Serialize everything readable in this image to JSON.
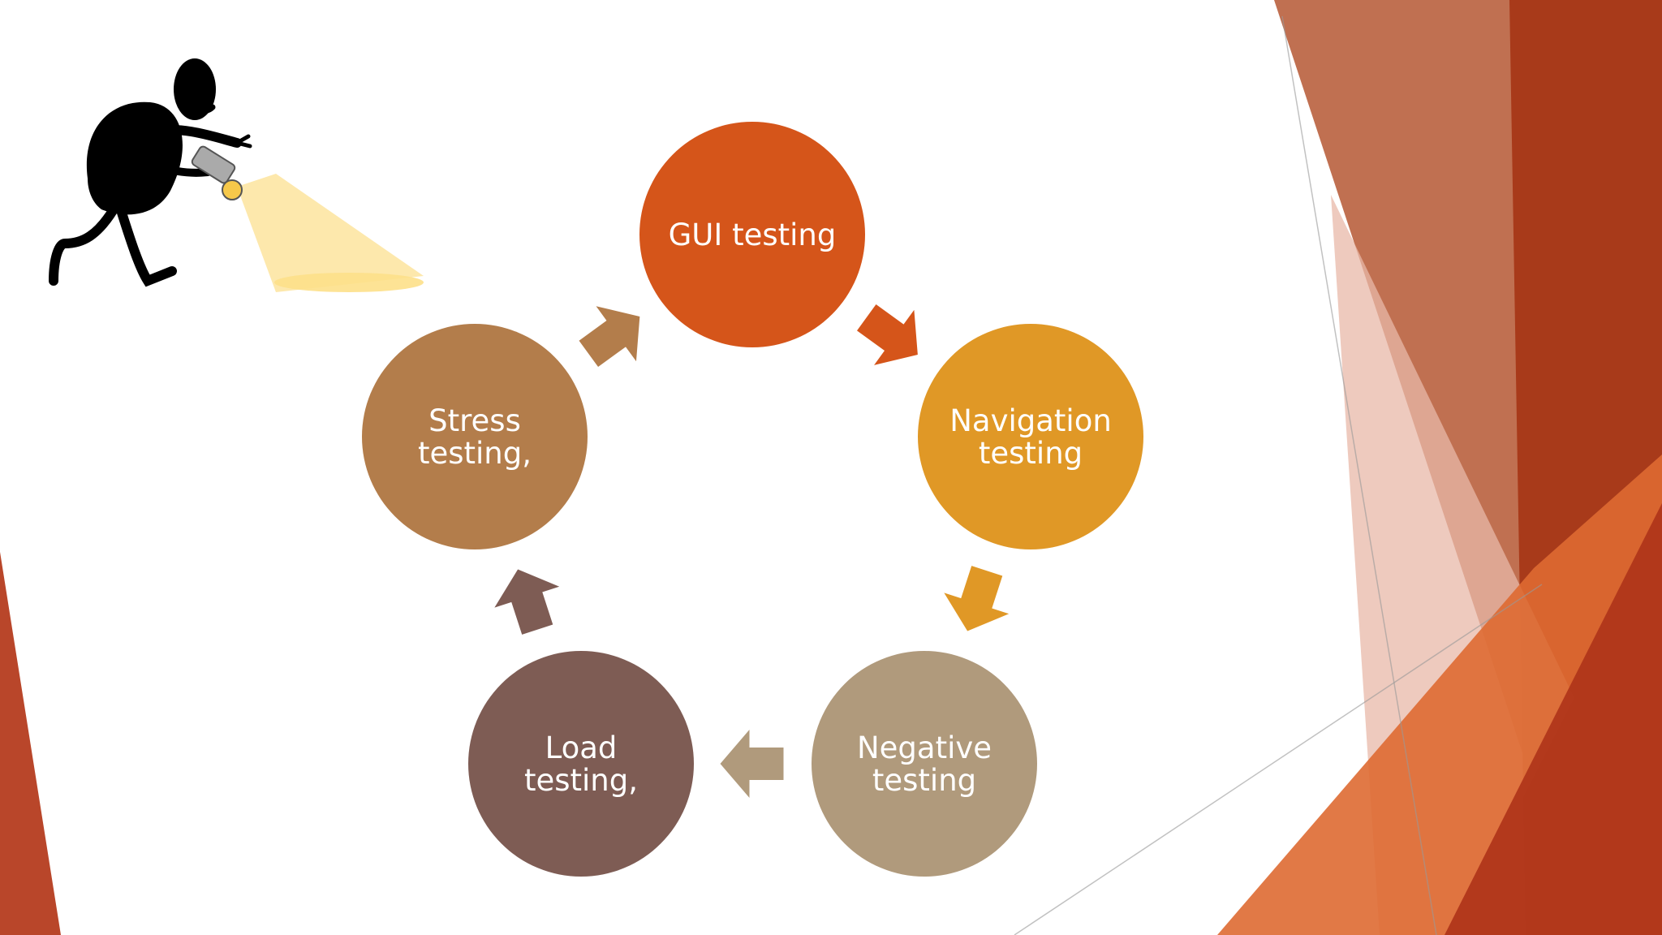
{
  "cycle": {
    "nodes": [
      {
        "lines": [
          "GUI testing"
        ],
        "color": "#d5551a"
      },
      {
        "lines": [
          "Navigation",
          "testing"
        ],
        "color": "#e09826"
      },
      {
        "lines": [
          "Negative",
          "testing"
        ],
        "color": "#b09a7c"
      },
      {
        "lines": [
          "Load",
          "testing,"
        ],
        "color": "#7e5c54"
      },
      {
        "lines": [
          "Stress",
          "testing,"
        ],
        "color": "#b37d4b"
      }
    ],
    "arrows": [
      {
        "from": "GUI testing",
        "to": "Navigation testing",
        "color": "#d5551a"
      },
      {
        "from": "Navigation testing",
        "to": "Negative testing",
        "color": "#e09826"
      },
      {
        "from": "Negative testing",
        "to": "Load testing,",
        "color": "#b09a7c"
      },
      {
        "from": "Load testing,",
        "to": "Stress testing,",
        "color": "#7e5c54"
      },
      {
        "from": "Stress testing,",
        "to": "GUI testing",
        "color": "#b37d4b"
      }
    ]
  },
  "clipart": {
    "icon": "person-with-flashlight-icon"
  },
  "theme": {
    "accent_dark": "#a83a1a",
    "accent_light": "#e06a3a",
    "accent_brown": "#b9603e"
  }
}
